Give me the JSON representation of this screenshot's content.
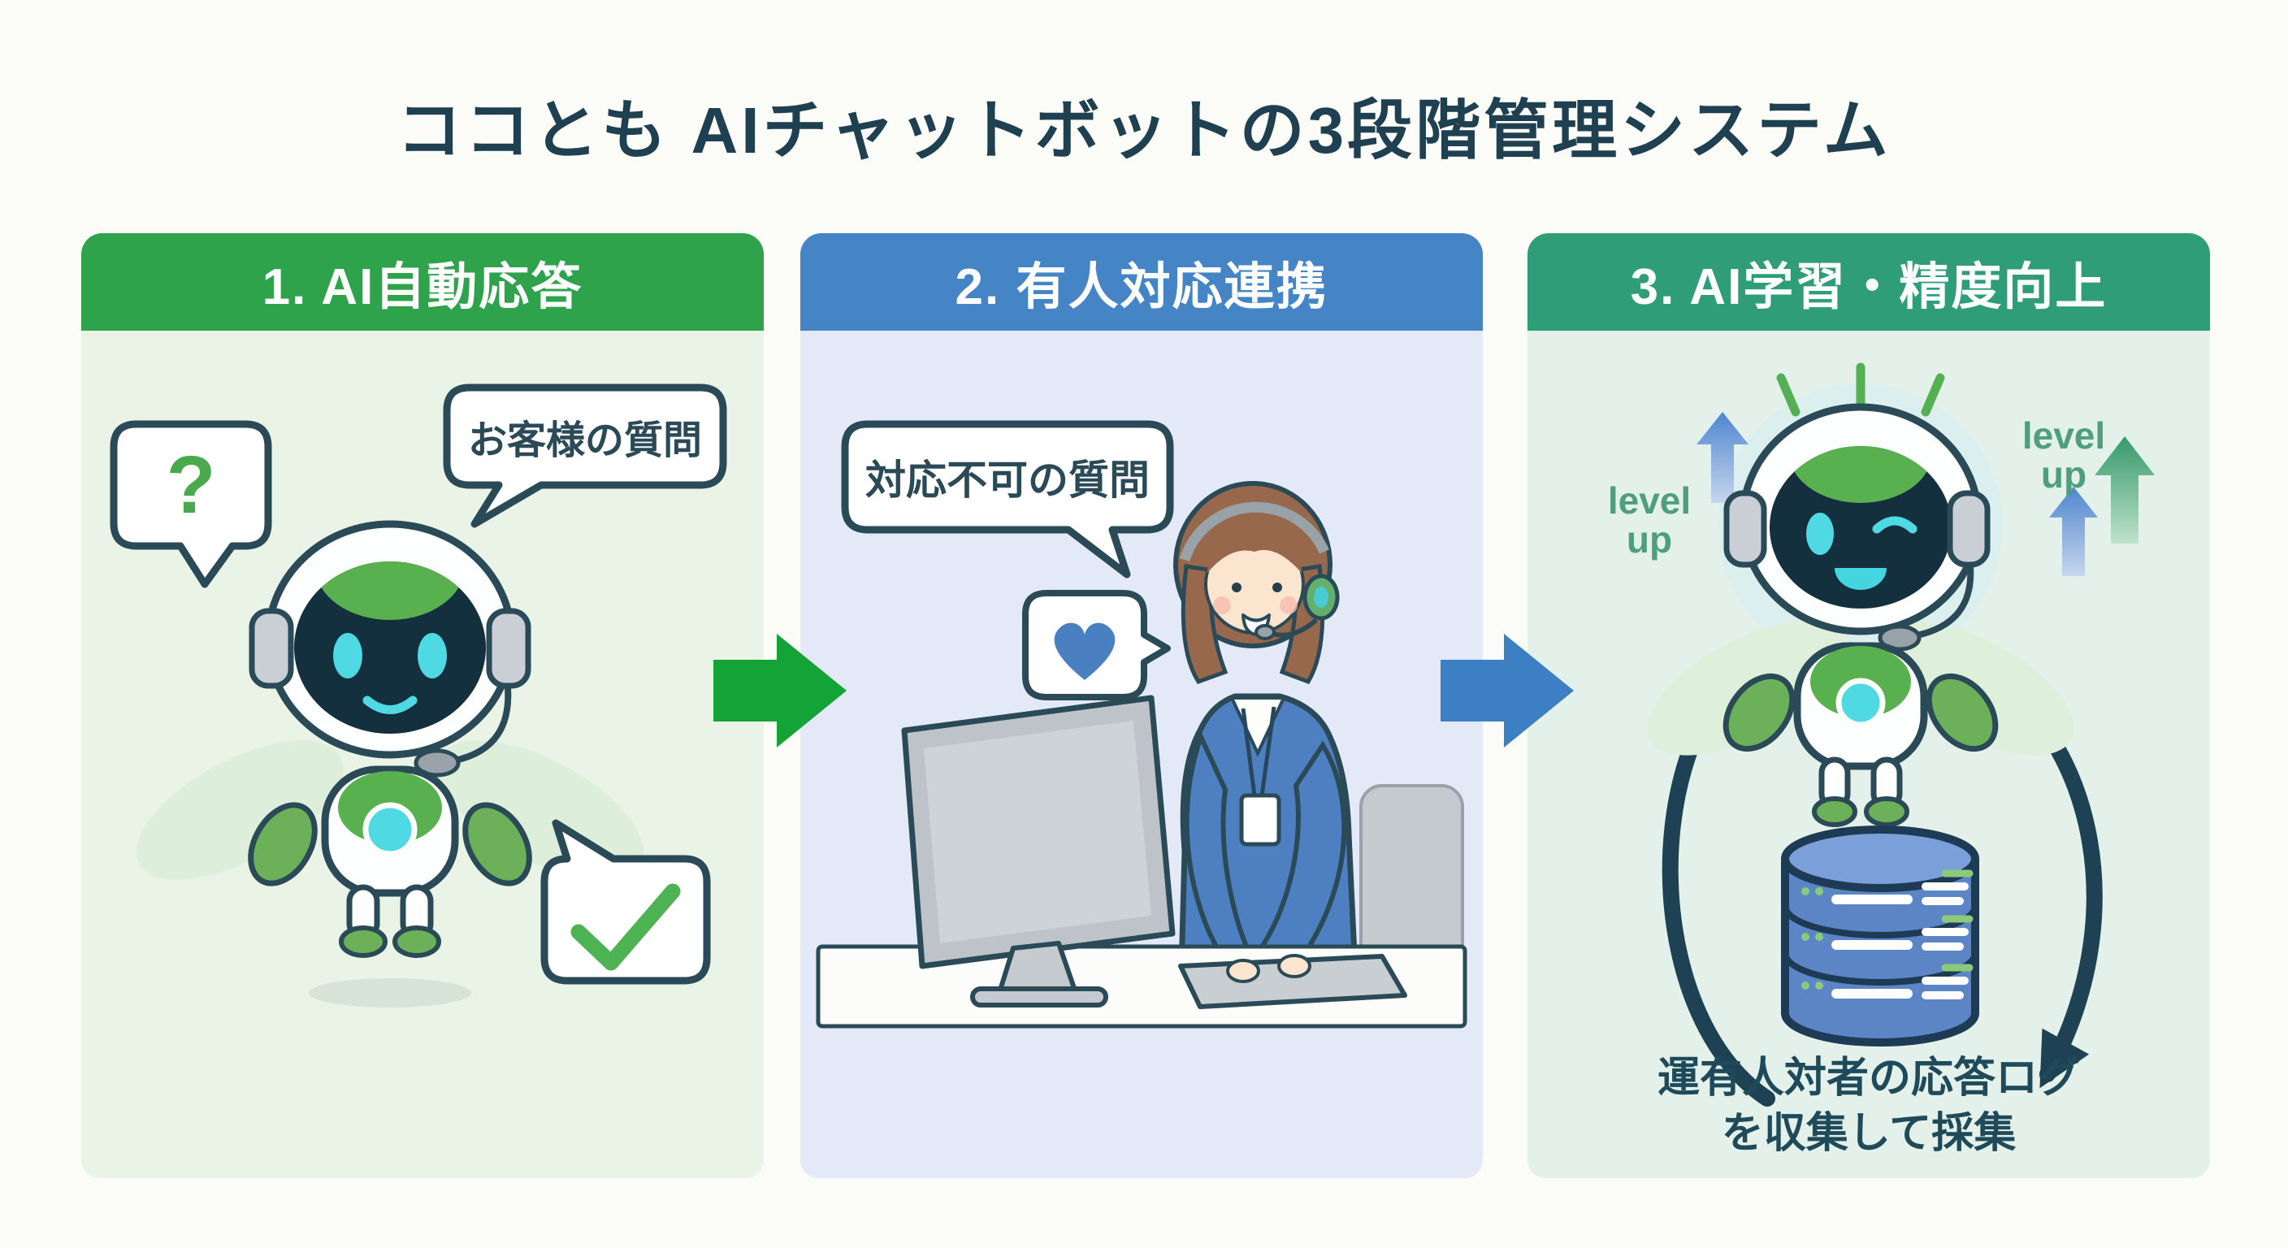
{
  "title": "ココとも AIチャットボットの3段階管理システム",
  "stages": [
    {
      "header": "1. AI自動応答",
      "question_mark": "?",
      "customer_question_label": "お客様の質問"
    },
    {
      "header": "2. 有人対応連携",
      "unanswerable_label": "対応不可の質問"
    },
    {
      "header": "3. AI学習・精度向上",
      "level_up_left": {
        "line1": "level",
        "line2": "up"
      },
      "level_up_right": {
        "line1": "level",
        "line2": "up"
      },
      "caption": {
        "line1": "運有人対者の応答ログ",
        "line2": "を収集して採集"
      }
    }
  ],
  "colors": {
    "title_text": "#1E4050",
    "stage1_header": "#2FA24C",
    "stage2_header": "#4585C6",
    "stage3_header": "#2F9E78",
    "stage1_body": "#E9F3E6",
    "stage2_body": "#E3E9F6",
    "stage3_body": "#E3F1EA",
    "flow_arrow_green": "#14A337",
    "flow_arrow_blue": "#3C80C3",
    "bubble_outline": "#2B4A57",
    "mascot_green": "#58B04F",
    "mascot_cyan": "#4FD9E3",
    "database_blue": "#5C85C5",
    "level_up_text": "#4F9E80"
  }
}
